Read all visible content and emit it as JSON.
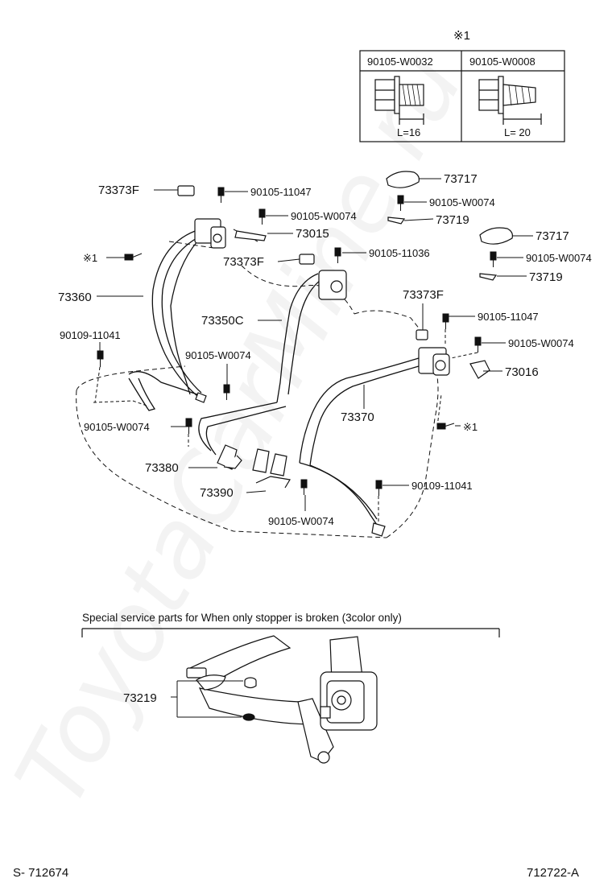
{
  "diagram": {
    "ref_mark": "※1",
    "fastener_table": [
      {
        "part": "90105-W0032",
        "length": "L=16"
      },
      {
        "part": "90105-W0008",
        "length": "L= 20"
      }
    ],
    "callouts": {
      "p73373F_a": "73373F",
      "p90105_11047_a": "90105-11047",
      "p90105_W0074_a": "90105-W0074",
      "p73015": "73015",
      "ref1_left": "※1",
      "p73373F_b": "73373F",
      "p90105_11036": "90105-11036",
      "p73360": "73360",
      "p73350C": "73350C",
      "p90109_11041_a": "90109-11041",
      "p90105_W0074_b": "90105-W0074",
      "p90105_W0074_c": "90105-W0074",
      "p73380": "73380",
      "p73390": "73390",
      "p90105_W0074_d": "90105-W0074",
      "p73717_a": "73717",
      "p90105_W0074_e": "90105-W0074",
      "p73719_a": "73719",
      "p73717_b": "73717",
      "p90105_W0074_f": "90105-W0074",
      "p73719_b": "73719",
      "p73373F_c": "73373F",
      "p90105_11047_b": "90105-11047",
      "p90105_W0074_g": "90105-W0074",
      "p73016": "73016",
      "p73370": "73370",
      "ref1_right": "※1",
      "p90109_11041_b": "90109-11041"
    },
    "special_note": "Special service parts for When only stopper is broken (3color only)",
    "p73219": "73219",
    "footer_left": "S- 712674",
    "footer_right": "712722-A",
    "watermark": "ToyotaCarMine.ru"
  }
}
